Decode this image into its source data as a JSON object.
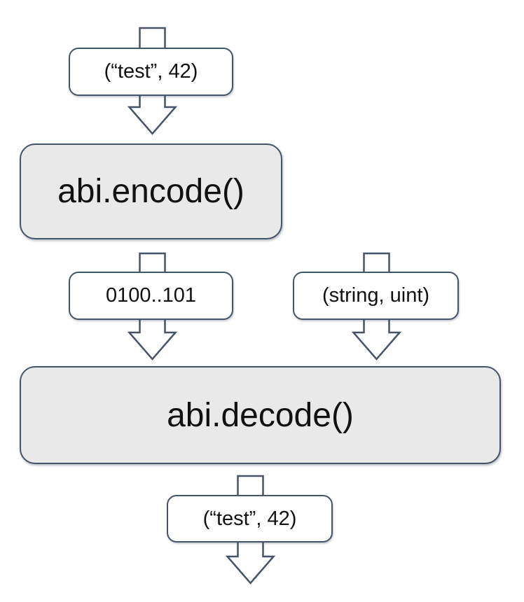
{
  "diagram": {
    "nodes": {
      "input_tuple": "(“test”, 42)",
      "encode_fn": "abi.encode()",
      "encoded_bytes": "0100..101",
      "types_tuple": "(string, uint)",
      "decode_fn": "abi.decode()",
      "output_tuple": "(“test”, 42)"
    },
    "colors": {
      "background": "#ffffff",
      "stroke": "#44546a",
      "process_fill": "#e9e9e9",
      "label_fill": "#ffffff",
      "text": "#111111"
    }
  }
}
